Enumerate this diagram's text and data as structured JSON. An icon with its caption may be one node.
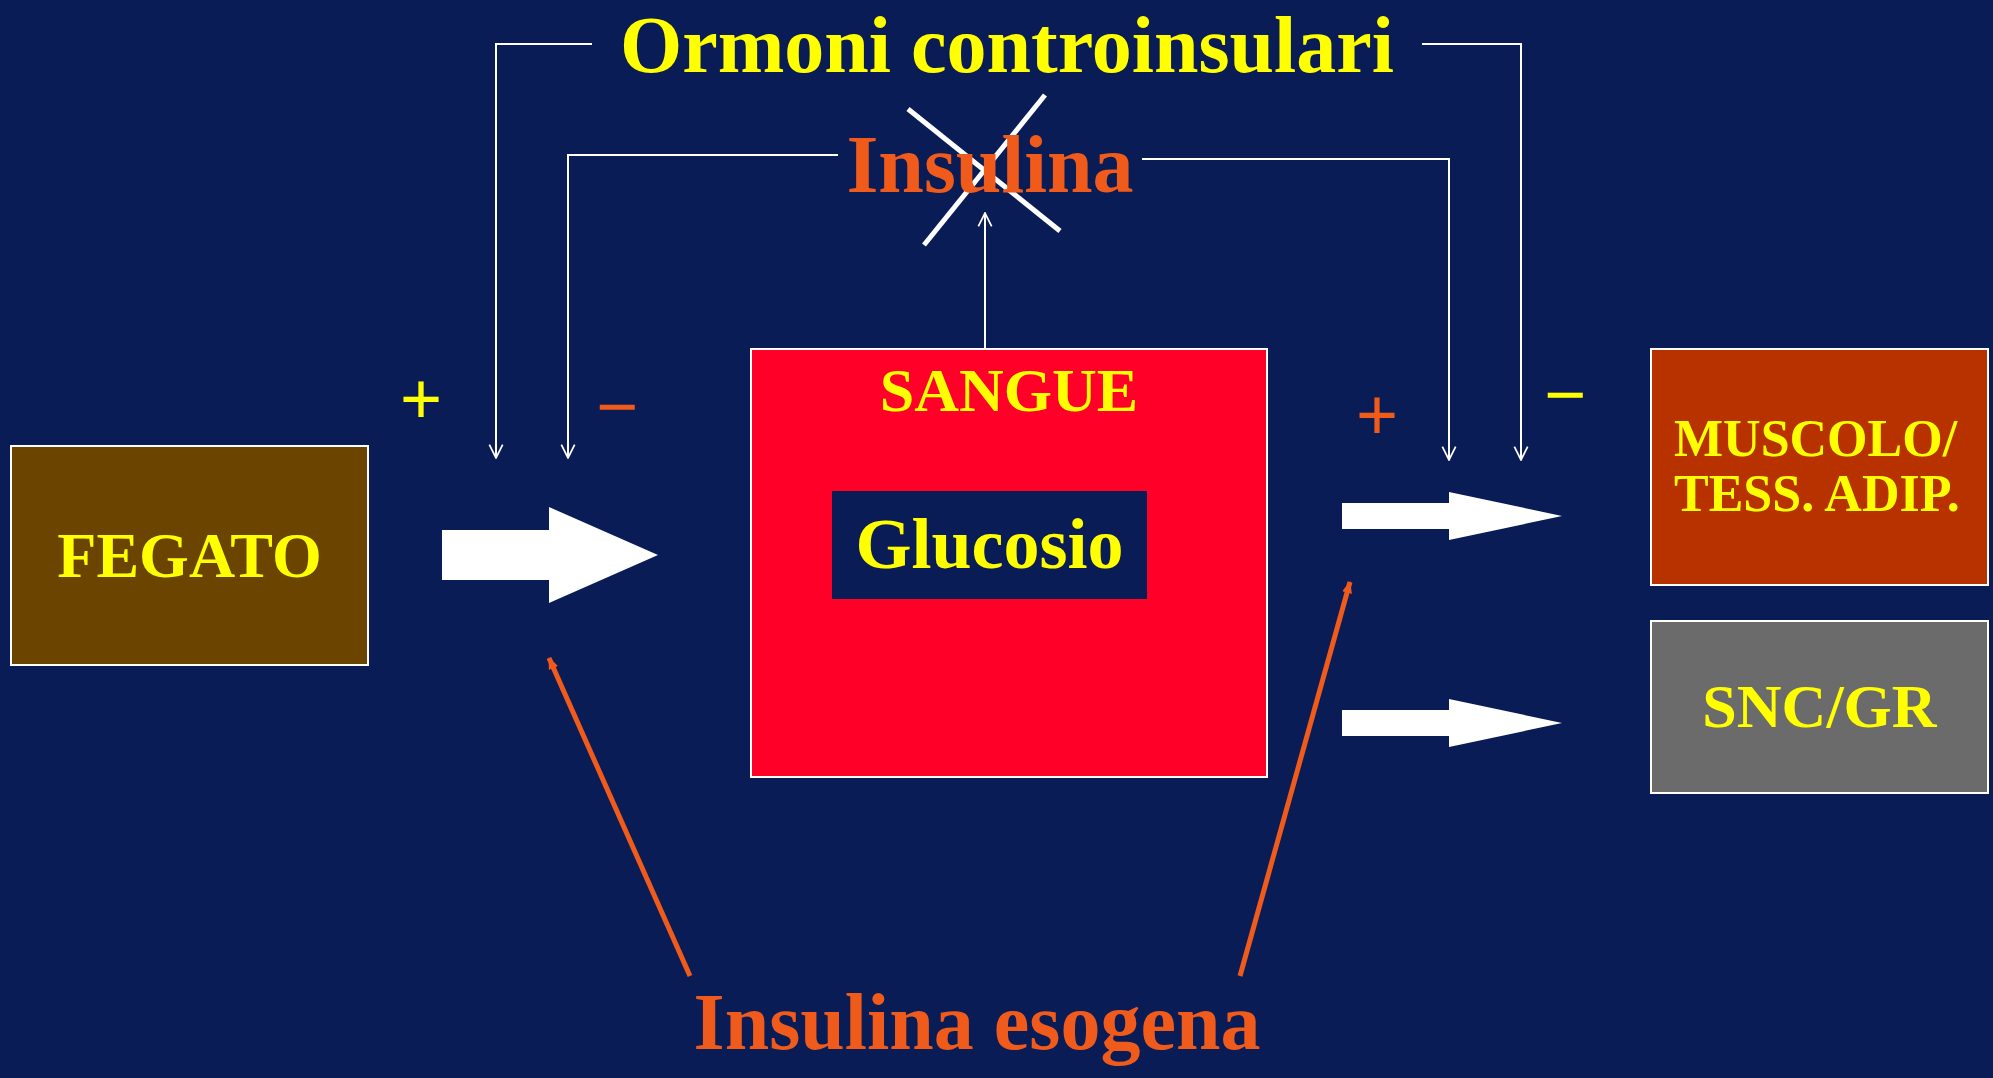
{
  "diagram": {
    "nodes": [
      {
        "text": [
          "Ormoni controinsulari"
        ]
      },
      {
        "text": [
          "Insulina"
        ]
      },
      {
        "text": [
          "FEGATO"
        ]
      },
      {
        "text": [
          "SANGUE"
        ]
      },
      {
        "text": [
          "Glucosio"
        ],
        "in": 3
      },
      {
        "text": [
          "MUSCOLO/ TESS. ADIP."
        ]
      },
      {
        "text": [
          "SNC/GR"
        ]
      },
      {
        "text": [
          "Insulina esogena"
        ]
      }
    ],
    "edges": [
      {
        "from": 0,
        "to": null,
        "arrow": "to"
      },
      {
        "from": 1,
        "to": null,
        "arrow": "to"
      },
      {
        "from": 1,
        "to": null,
        "arrow": "to"
      },
      {
        "from": 0,
        "to": null,
        "arrow": "to"
      },
      {
        "from": 3,
        "to": 1,
        "arrow": "to"
      },
      {
        "from": 2,
        "to": 3,
        "arrow": "to",
        "style": "thick"
      },
      {
        "from": 3,
        "to": 5,
        "arrow": "to",
        "style": "thick"
      },
      {
        "from": 3,
        "to": 6,
        "arrow": "to",
        "style": "thick"
      },
      {
        "from": 7,
        "to": null,
        "arrow": "to",
        "style": "thick",
        "color": "#f05a1a"
      },
      {
        "from": 7,
        "to": null,
        "arrow": "to",
        "style": "thick",
        "color": "#f05a1a"
      }
    ],
    "labels": [
      "+",
      "−",
      "+",
      "−"
    ]
  }
}
